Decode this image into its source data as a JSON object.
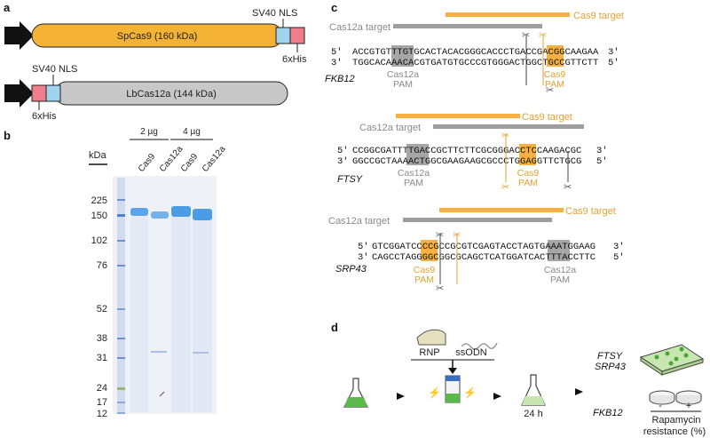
{
  "panels": {
    "a": "a",
    "b": "b",
    "c": "c",
    "d": "d"
  },
  "panel_a": {
    "cas9_label": "SpCas9 (160 kDa)",
    "cas12a_label": "LbCas12a (144 kDa)",
    "nls_top": "SV40 NLS",
    "his_top": "6xHis",
    "nls_bottom": "SV40 NLS",
    "his_bottom": "6xHis"
  },
  "panel_b": {
    "kda": "kDa",
    "markers": [
      "225",
      "150",
      "102",
      "76",
      "52",
      "38",
      "31",
      "24",
      "17",
      "12"
    ],
    "groups": [
      "2 µg",
      "4 µg"
    ],
    "lanes": [
      "Cas9",
      "Cas12a",
      "Cas9",
      "Cas12a"
    ]
  },
  "panel_c": {
    "cas12a_target": "Cas12a target",
    "cas9_target": "Cas9 target",
    "pam_line1": "Cas12a",
    "pam_line2": "PAM",
    "cas9_pam_line1": "Cas9",
    "cas9_pam_line2": "PAM",
    "five": "5'",
    "three": "3'",
    "fkb12": {
      "gene": "FKB12",
      "top": "ACCGTGTTTGTGCACTACACGGGCACCCTGACCGACGGCAAGAA",
      "bottom": "TGGCACAAACACGTGATGTGCCCGTGGGACTGGCTGCCGTTCTT"
    },
    "ftsy": {
      "gene": "FTSY",
      "top": "CCGGCGATTTTGACCGCTTCTTCGCGGGACCTCCAAGACGC",
      "bottom": "GGCCGCTAAAACTGGCGAAGAAGCGCCCTGGAGGTTCTGCG"
    },
    "srp43": {
      "gene": "SRP43",
      "top": "GTCGGATCCCCGCCGCGTCGAGTACCTAGTGAAATGGAAG",
      "bottom": "CAGCCTAGGGGCGGCGCAGCTCATGGATCACTTTACCTTC"
    }
  },
  "panel_d": {
    "rnp": "RNP",
    "ssodn": "ssODN",
    "time": "24 h",
    "genes_top": [
      "FTSY",
      "SRP43"
    ],
    "gene_bottom": "FKB12",
    "minus": "-",
    "plus": "+",
    "resistance_line1": "Rapamycin",
    "resistance_line2": "resistance (%)"
  },
  "colors": {
    "cas9": "#f5b335",
    "cas12a": "#c8c8c8",
    "nls": "#9fd3ee",
    "his": "#ef7e8c",
    "orange_hl": "#f6b140",
    "grey_hl": "#a6a6a6",
    "gel_bg": "#eef1f8",
    "band": "#2d8ee0"
  }
}
